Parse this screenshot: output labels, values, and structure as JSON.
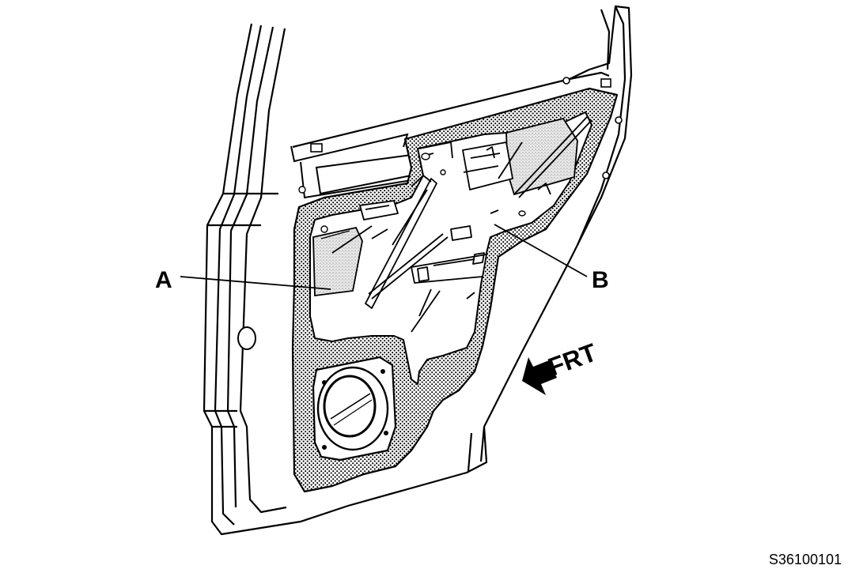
{
  "callouts": {
    "a": "A",
    "b": "B"
  },
  "direction": {
    "label": "FRT"
  },
  "figure": {
    "code": "S36100101"
  },
  "colors": {
    "ink": "#000000",
    "paper": "#ffffff",
    "foam": "#c8c8c8"
  }
}
